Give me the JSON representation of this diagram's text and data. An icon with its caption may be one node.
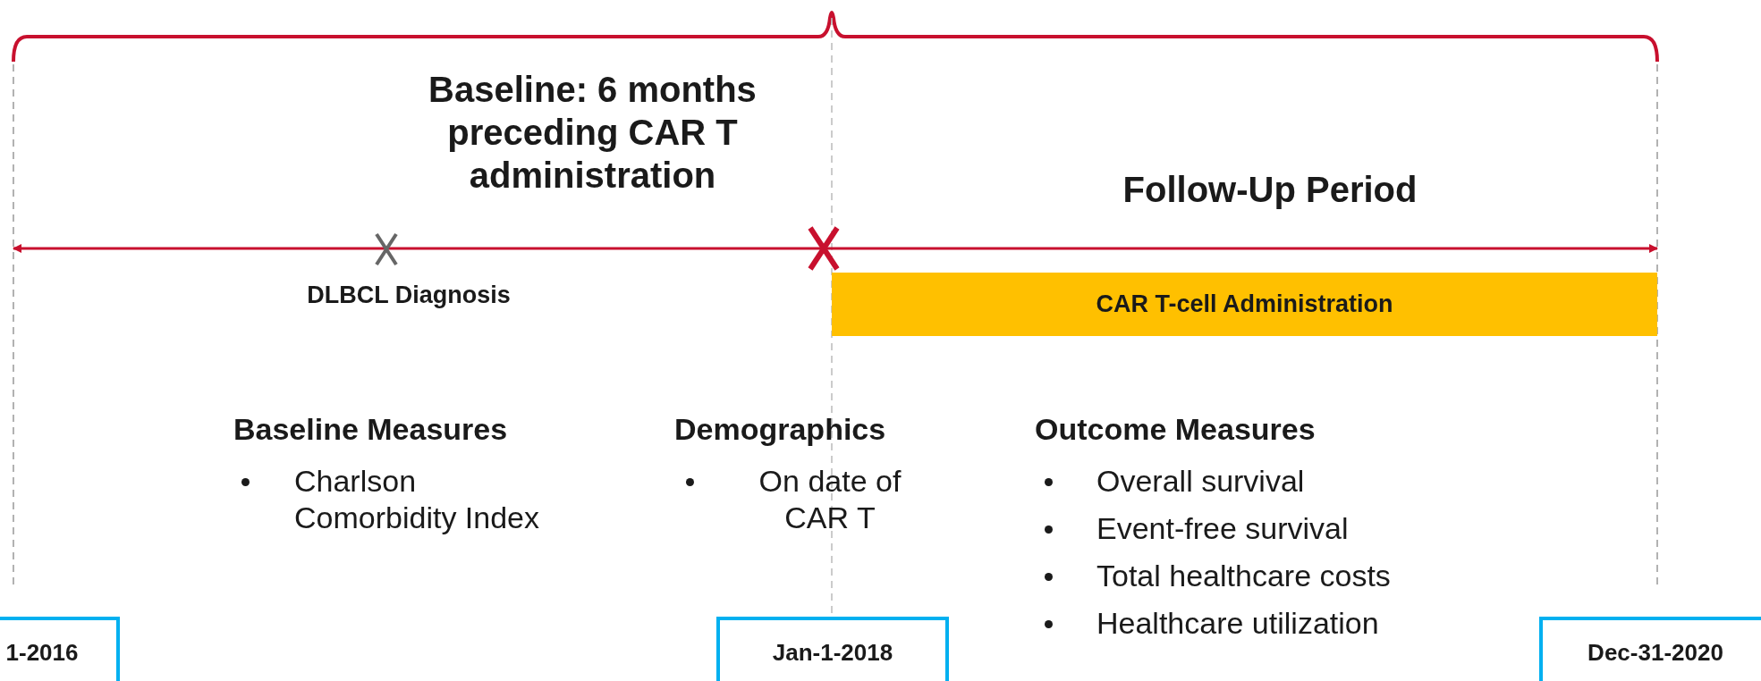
{
  "diagram": {
    "nodes": [
      {
        "text": [
          "1-2016"
        ]
      },
      {
        "text": [
          "Jan-1-2018"
        ]
      },
      {
        "text": [
          "Dec-31-2020"
        ]
      },
      {
        "text": [
          "CAR T-cell Administration"
        ]
      }
    ],
    "labels": [
      "Baseline: 6 months preceding CAR T administration",
      "Follow-Up Period",
      "DLBCL Diagnosis",
      "Baseline Measures",
      "Charlson Comorbidity Index",
      "Demographics",
      "On date of CAR T",
      "Outcome Measures",
      "Overall survival",
      "Event-free survival",
      "Total healthcare costs",
      "Healthcare utilization"
    ]
  }
}
